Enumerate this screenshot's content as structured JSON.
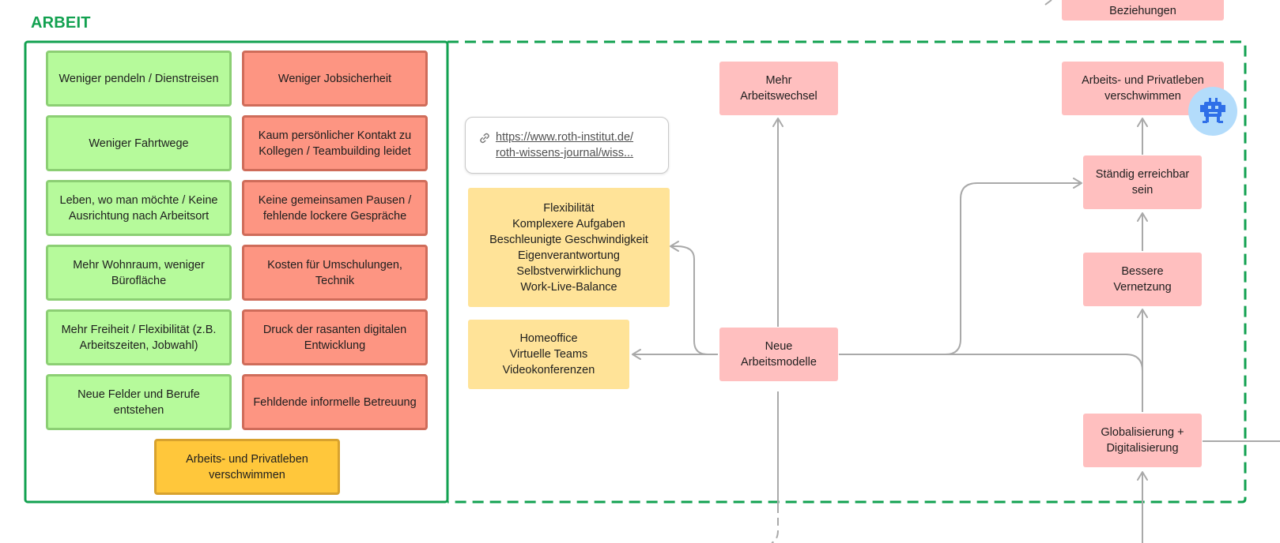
{
  "frame": {
    "title": "ARBEIT"
  },
  "pros": [
    "Weniger pendeln / Dienstreisen",
    "Weniger Fahrtwege",
    "Leben, wo man möchte / Keine\nAusrichtung nach Arbeitsort",
    "Mehr Wohnraum, weniger\nBürofläche",
    "Mehr Freiheit / Flexibilität (z.B.\nArbeitszeiten, Jobwahl)",
    "Neue Felder und Berufe\nentstehen"
  ],
  "cons": [
    "Weniger Jobsicherheit",
    "Kaum persönlicher Kontakt zu\nKollegen / Teambuilding leidet",
    "Keine gemeinsamen Pausen /\nfehlende lockere Gespräche",
    "Kosten für Umschulungen,\nTechnik",
    "Druck der rasanten digitalen\nEntwicklung",
    "Fehldende informelle Betreuung"
  ],
  "summary": "Arbeits- und Privatleben\nverschwimmen",
  "link": {
    "text": "https://www.roth-institut.de/\nroth-wissens-journal/wiss..."
  },
  "notes": {
    "aspects": "Flexibilität\nKomplexere Aufgaben\nBeschleunigte Geschwindigkeit\nEigenverantwortung\nSelbstverwirklichung\nWork-Live-Balance",
    "tools": "Homeoffice\nVirtuelle Teams\nVideokonferenzen"
  },
  "cards": {
    "mehr_arbeitswechsel": "Mehr\nArbeitswechsel",
    "neue_arbeitsmodelle": "Neue\nArbeitsmodelle",
    "top_partial": "Beziehungen",
    "verschwimmen": "Arbeits- und Privatleben\nverschwimmen",
    "erreichbar": "Ständig erreichbar\nsein",
    "vernetzung": "Bessere\nVernetzung",
    "globalisierung": "Globalisierung +\nDigitalisierung"
  },
  "colors": {
    "frame_green": "#12a150",
    "pro_fill": "#b6fa9b",
    "con_fill": "#fd9582",
    "summary_fill": "#ffc73b",
    "note_fill": "#ffe398",
    "card_fill": "#ffbfbf",
    "connector": "#a9a9a9"
  },
  "icons": {
    "link": "link-icon",
    "avatar": "robot-avatar-icon"
  }
}
